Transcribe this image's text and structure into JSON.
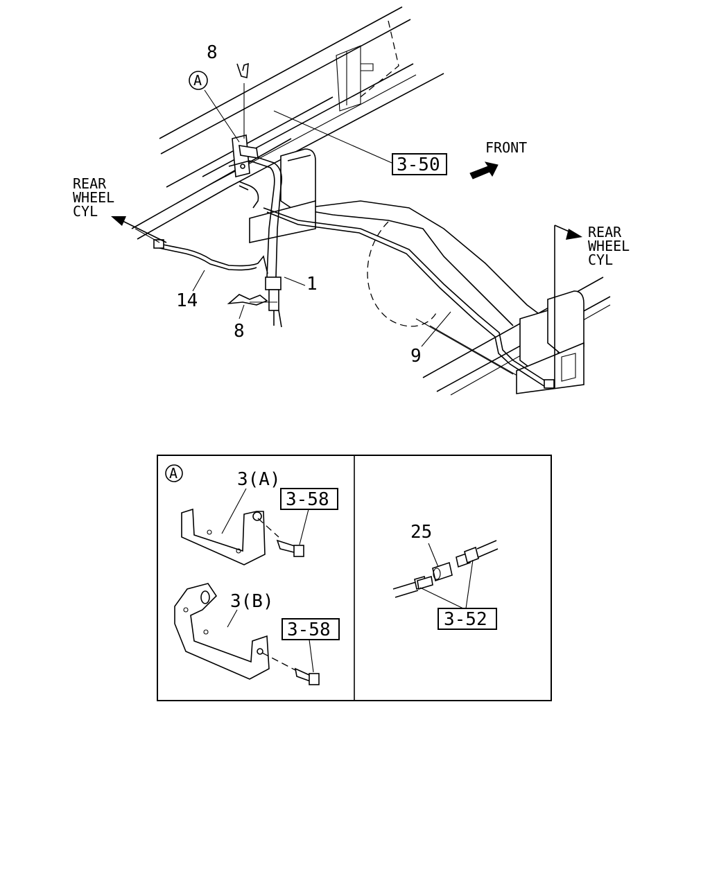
{
  "labels": {
    "part_8_top": "8",
    "callout_a": "A",
    "ref_3_50": "3-50",
    "front": "FRONT",
    "rear_wheel_cyl_left": [
      "REAR",
      "WHEEL",
      "CYL"
    ],
    "rear_wheel_cyl_right": [
      "REAR",
      "WHEEL",
      "CYL"
    ],
    "part_1": "1",
    "part_14": "14",
    "part_8_bottom": "8",
    "part_9": "9"
  },
  "detail_panel": {
    "callout_a": "A",
    "part_3a": "3(A)",
    "ref_3_58_top": "3-58",
    "part_3b": "3(B)",
    "ref_3_58_bottom": "3-58",
    "part_25": "25",
    "ref_3_52": "3-52"
  },
  "icons": {
    "front_arrow": "filled-arrow-icon",
    "callout_circle": "circled-letter-icon"
  }
}
